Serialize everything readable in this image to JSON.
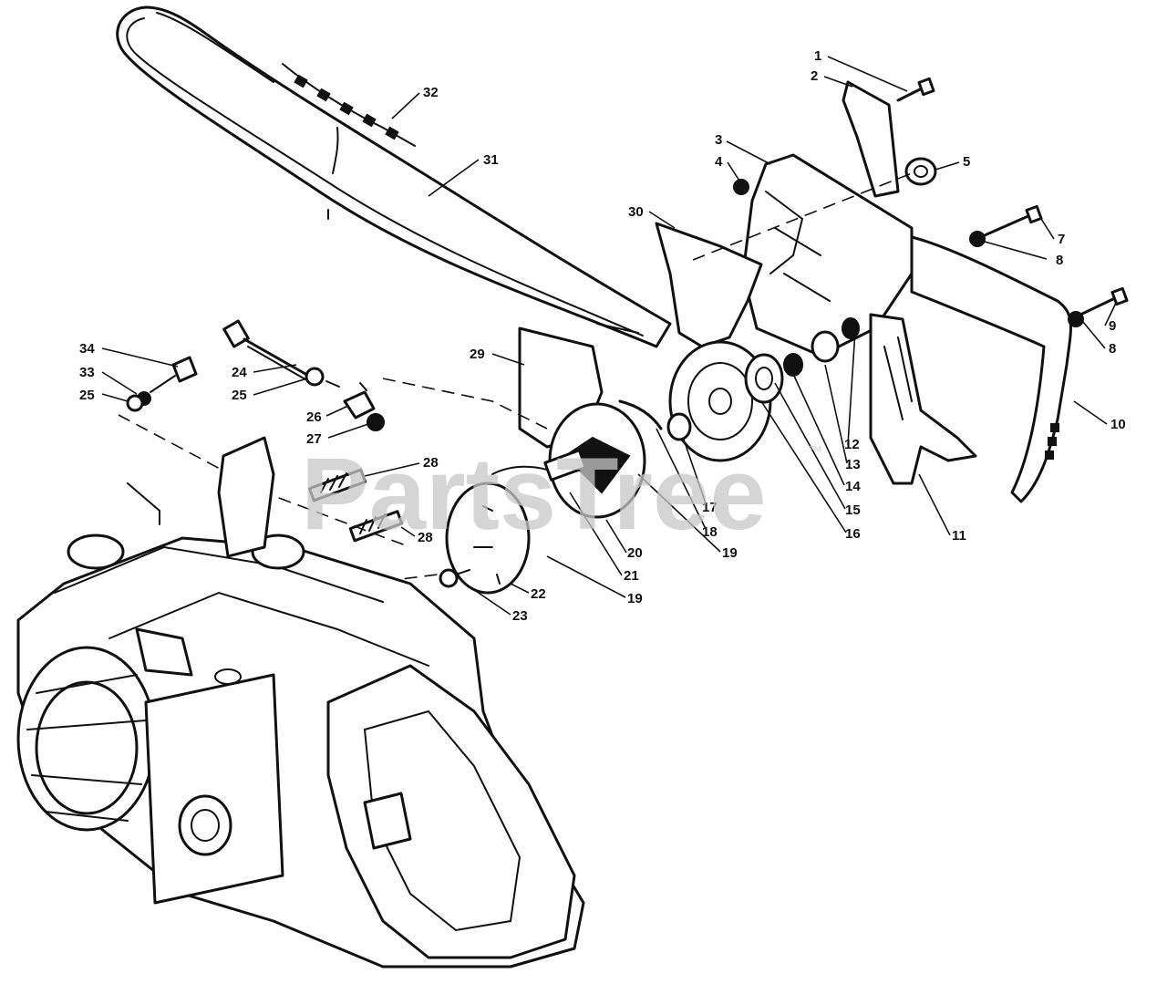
{
  "diagram": {
    "watermark": "PartsTree",
    "watermark_mark": "™",
    "callouts": [
      "1",
      "2",
      "3",
      "4",
      "5",
      "7",
      "8",
      "9",
      "8",
      "10",
      "11",
      "12",
      "13",
      "14",
      "15",
      "16",
      "17",
      "18",
      "19",
      "20",
      "21",
      "22",
      "23",
      "19",
      "24",
      "25",
      "26",
      "27",
      "28",
      "28",
      "29",
      "30",
      "31",
      "32",
      "34",
      "33",
      "25"
    ]
  }
}
